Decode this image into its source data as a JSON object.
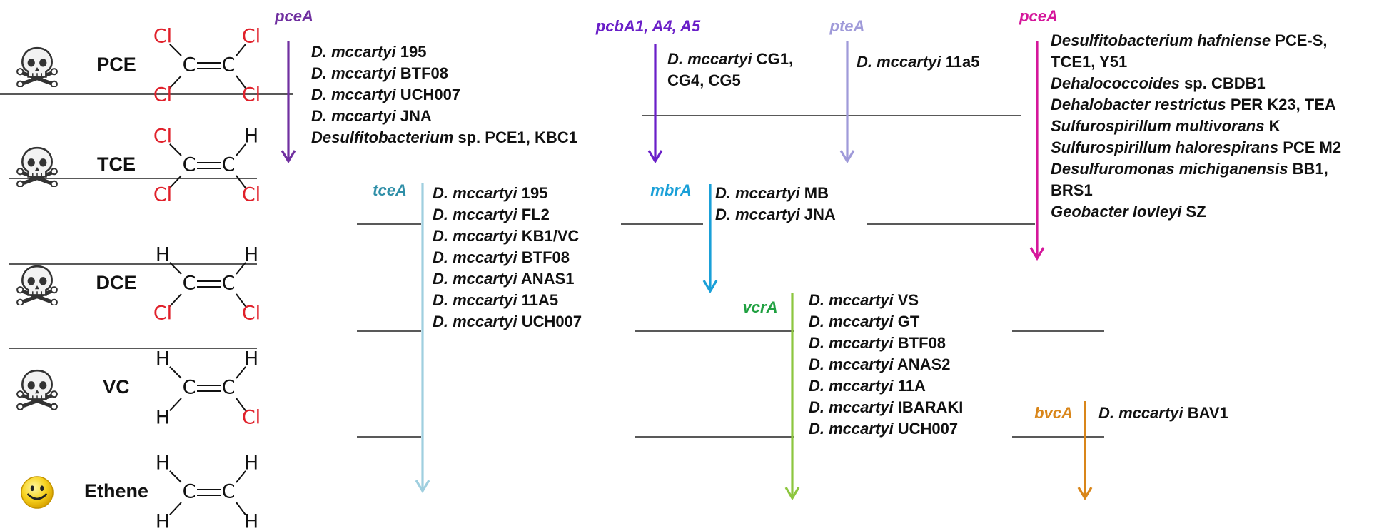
{
  "colors": {
    "pceA_left": "#7030a0",
    "pcbA": "#6a1fc8",
    "pteA": "#9f9ad9",
    "pceA_right": "#d5179b",
    "tceA": "#9fcfdf",
    "tceA_label": "#2f8fa8",
    "mbrA": "#1aa0d8",
    "vcrA": "#8dc63f",
    "vcrA_label": "#1fa040",
    "bvcA": "#d9861a",
    "chlorine": "#e0202a",
    "hydrogen": "#111111",
    "separator": "#222222",
    "skull": "#333333",
    "smiley_face": "#f7d21e"
  },
  "compounds": [
    {
      "name": "PCE",
      "icon": "skull-crossbones-icon",
      "atoms": [
        "Cl",
        "Cl",
        "Cl",
        "Cl"
      ],
      "bond_atoms": [
        "C",
        "C"
      ]
    },
    {
      "name": "TCE",
      "icon": "skull-crossbones-icon",
      "atoms": [
        "Cl",
        "H",
        "Cl",
        "Cl"
      ],
      "bond_atoms": [
        "C",
        "C"
      ]
    },
    {
      "name": "DCE",
      "icon": "skull-crossbones-icon",
      "atoms": [
        "H",
        "H",
        "Cl",
        "Cl"
      ],
      "bond_atoms": [
        "C",
        "C"
      ]
    },
    {
      "name": "VC",
      "icon": "skull-crossbones-icon",
      "atoms": [
        "H",
        "H",
        "H",
        "Cl"
      ],
      "bond_atoms": [
        "C",
        "C"
      ]
    },
    {
      "name": "Ethene",
      "icon": "smiley-face-icon",
      "atoms": [
        "H",
        "H",
        "H",
        "H"
      ],
      "bond_atoms": [
        "C",
        "C"
      ]
    }
  ],
  "genes": {
    "pceA_left": {
      "label": "pceA",
      "organisms": [
        {
          "italic": "D. mccartyi",
          "plain": " 195"
        },
        {
          "italic": "D. mccartyi",
          "plain": " BTF08"
        },
        {
          "italic": "D. mccartyi",
          "plain": " UCH007"
        },
        {
          "italic": "D. mccartyi",
          "plain": " JNA"
        },
        {
          "italic": "Desulfitobacterium",
          "plain": " sp. PCE1, KBC1"
        }
      ]
    },
    "pcbA": {
      "label": "pcbA1, A4, A5",
      "organisms": [
        {
          "italic": "D. mccartyi",
          "plain": " CG1,"
        },
        {
          "italic": "",
          "plain": "CG4, CG5"
        }
      ]
    },
    "pteA": {
      "label": "pteA",
      "organisms": [
        {
          "italic": "D. mccartyi",
          "plain": " 11a5"
        }
      ]
    },
    "pceA_right": {
      "label": "pceA",
      "organisms": [
        {
          "italic": "Desulfitobacterium hafniense",
          "plain": " PCE-S,"
        },
        {
          "italic": "",
          "plain": "TCE1, Y51"
        },
        {
          "italic": "Dehalococcoides",
          "plain": " sp. CBDB1"
        },
        {
          "italic": "Dehalobacter restrictus",
          "plain": " PER K23, TEA"
        },
        {
          "italic": "Sulfurospirillum multivorans",
          "plain": " K"
        },
        {
          "italic": "Sulfurospirillum halorespirans",
          "plain": " PCE M2"
        },
        {
          "italic": "Desulfuromonas michiganensis",
          "plain": " BB1,"
        },
        {
          "italic": "",
          "plain": "BRS1"
        },
        {
          "italic": "Geobacter lovleyi",
          "plain": " SZ"
        }
      ]
    },
    "tceA": {
      "label": "tceA",
      "organisms": [
        {
          "italic": "D. mccartyi",
          "plain": " 195"
        },
        {
          "italic": "D. mccartyi",
          "plain": " FL2"
        },
        {
          "italic": "D. mccartyi",
          "plain": " KB1/VC"
        },
        {
          "italic": "D. mccartyi",
          "plain": " BTF08"
        },
        {
          "italic": "D. mccartyi",
          "plain": " ANAS1"
        },
        {
          "italic": "D. mccartyi",
          "plain": " 11A5"
        },
        {
          "italic": "D. mccartyi",
          "plain": " UCH007"
        }
      ]
    },
    "mbrA": {
      "label": "mbrA",
      "organisms": [
        {
          "italic": "D. mccartyi",
          "plain": " MB"
        },
        {
          "italic": "D. mccartyi",
          "plain": " JNA"
        }
      ]
    },
    "vcrA": {
      "label": "vcrA",
      "organisms": [
        {
          "italic": "D. mccartyi",
          "plain": " VS"
        },
        {
          "italic": "D. mccartyi",
          "plain": " GT"
        },
        {
          "italic": "D. mccartyi",
          "plain": " BTF08"
        },
        {
          "italic": "D. mccartyi",
          "plain": " ANAS2"
        },
        {
          "italic": "D. mccartyi",
          "plain": " 11A"
        },
        {
          "italic": "D. mccartyi",
          "plain": " IBARAKI"
        },
        {
          "italic": "D. mccartyi",
          "plain": " UCH007"
        }
      ]
    },
    "bvcA": {
      "label": "bvcA",
      "organisms": [
        {
          "italic": "D. mccartyi",
          "plain": " BAV1"
        }
      ]
    }
  }
}
